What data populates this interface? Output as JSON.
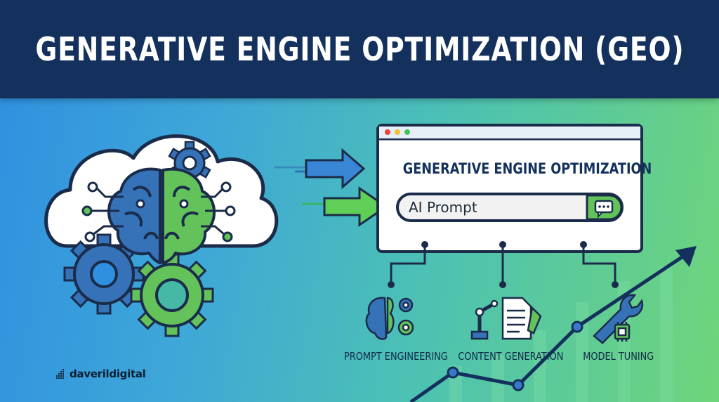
{
  "title": "GENERATIVE ENGINE OPTIMIZATION (GEO)",
  "window": {
    "heading": "GENERATIVE ENGINE OPTIMIZATION",
    "prompt_text": "AI Prompt",
    "dots": [
      "#e8473b",
      "#f2c230",
      "#49c25a"
    ]
  },
  "features": [
    {
      "label": "PROMPT ENGINEERING",
      "icon": "brain-gears-icon"
    },
    {
      "label": "CONTENT GENERATION",
      "icon": "robot-arm-document-icon"
    },
    {
      "label": "MODEL TUNING",
      "icon": "wrench-chip-icon"
    }
  ],
  "brand": {
    "name": "daverildigital",
    "icon": "logo-mark-icon"
  },
  "colors": {
    "header": "#13315c",
    "blue_accent": "#3572b8",
    "green_accent": "#63c35a",
    "outline": "#1b2c4a"
  }
}
